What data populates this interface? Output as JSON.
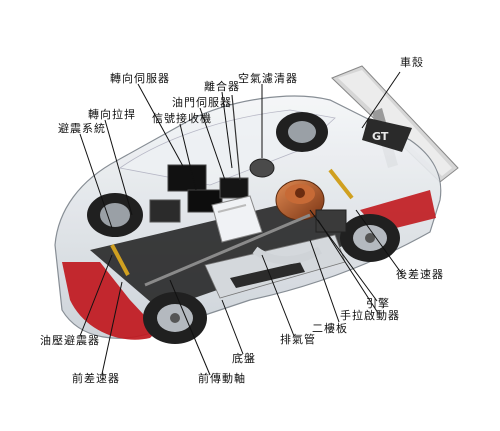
{
  "labels": {
    "body_shell": "車殼",
    "air_filter": "空氣濾清器",
    "clutch": "離合器",
    "steering_servo": "轉向伺服器",
    "throttle_servo": "油門伺服器",
    "receiver": "信號接收機",
    "steering_link": "轉向拉捍",
    "suspension": "避震系統",
    "rear_diff": "後差速器",
    "engine": "引擎",
    "pull_starter": "手拉啟動器",
    "second_deck": "二樓板",
    "exhaust_pipe": "排氣管",
    "chassis": "底盤",
    "front_driveshaft": "前傳動軸",
    "oil_shock": "油壓避震器",
    "front_diff": "前差速器"
  },
  "colors": {
    "wing": "#d6d6d6",
    "body_red": "#c0181e",
    "chassis_dark": "#1c1c1c",
    "tire": "#202020",
    "engine_copper": "#b55a2a",
    "tank_white": "#f0f2f5"
  }
}
